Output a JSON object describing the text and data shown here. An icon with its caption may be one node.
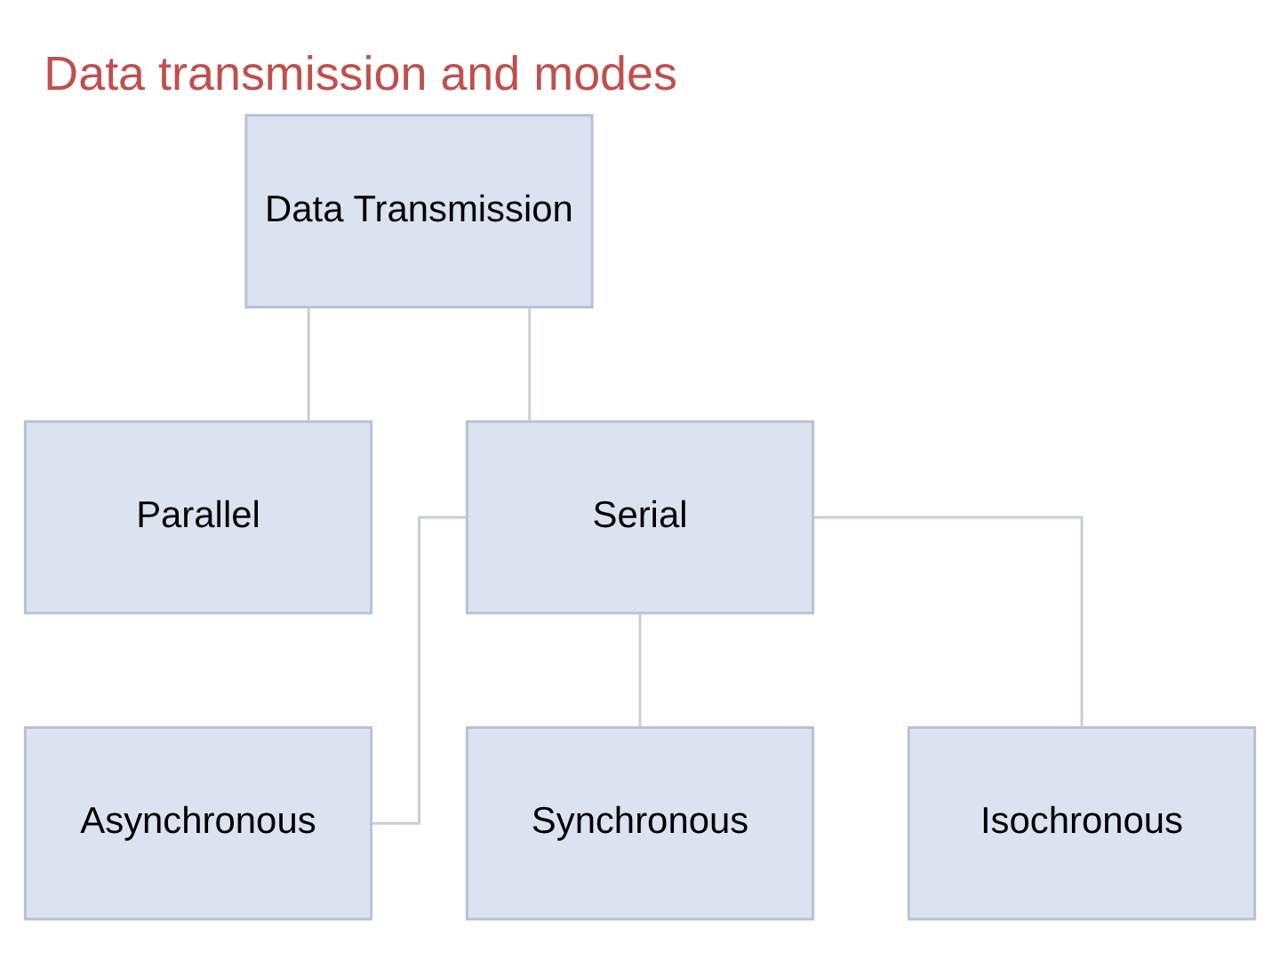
{
  "diagram": {
    "title": "Data transmission and modes",
    "nodes": [
      {
        "text": [
          "Data Transmission"
        ]
      },
      {
        "text": [
          "Parallel"
        ]
      },
      {
        "text": [
          "Serial"
        ]
      },
      {
        "text": [
          "Asynchronous"
        ]
      },
      {
        "text": [
          "Synchronous"
        ]
      },
      {
        "text": [
          "Isochronous"
        ]
      }
    ],
    "edges": [
      {
        "from": 0,
        "to": 1,
        "arrow": "none"
      },
      {
        "from": 0,
        "to": 2,
        "arrow": "none"
      },
      {
        "from": 2,
        "to": 3,
        "arrow": "none"
      },
      {
        "from": 2,
        "to": 4,
        "arrow": "none"
      },
      {
        "from": 2,
        "to": 5,
        "arrow": "none"
      }
    ]
  }
}
